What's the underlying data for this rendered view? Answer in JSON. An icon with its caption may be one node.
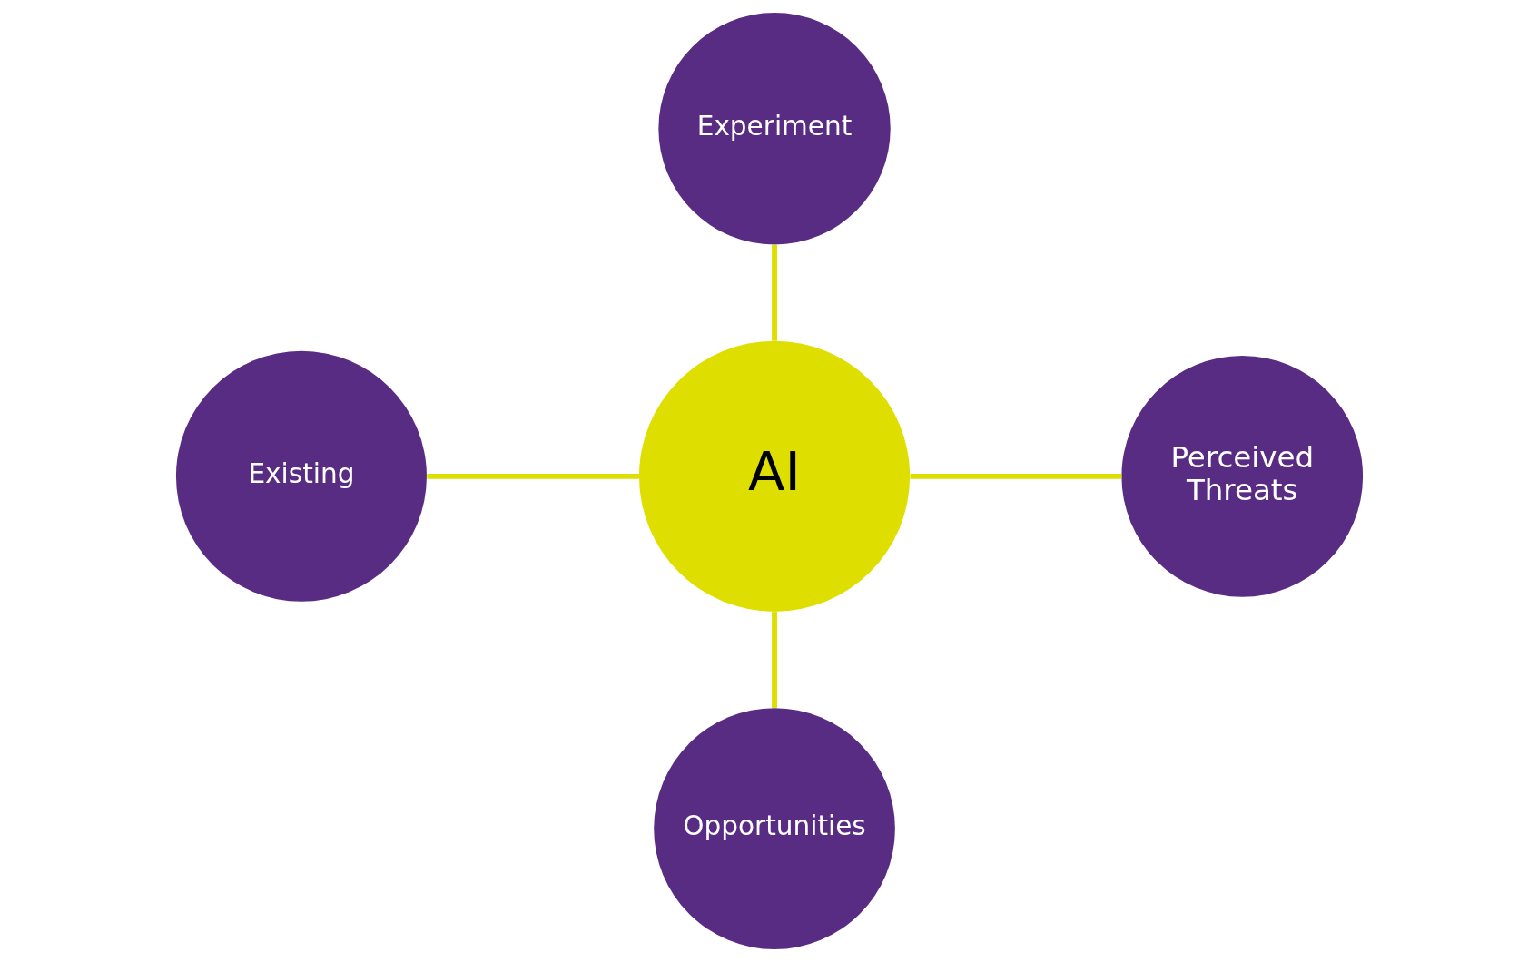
{
  "diagram": {
    "nodes": [
      {
        "text": [
          "Experiment"
        ]
      },
      {
        "text": [
          "Existing"
        ]
      },
      {
        "text": [
          "AI"
        ]
      },
      {
        "text": [
          "Perceived Threats"
        ]
      },
      {
        "text": [
          "Opportunities"
        ]
      }
    ],
    "edges": [
      {
        "from": 0,
        "to": 2,
        "arrow": "none"
      },
      {
        "from": 1,
        "to": 2,
        "arrow": "none"
      },
      {
        "from": 2,
        "to": 3,
        "arrow": "none"
      },
      {
        "from": 2,
        "to": 4,
        "arrow": "none"
      }
    ]
  }
}
